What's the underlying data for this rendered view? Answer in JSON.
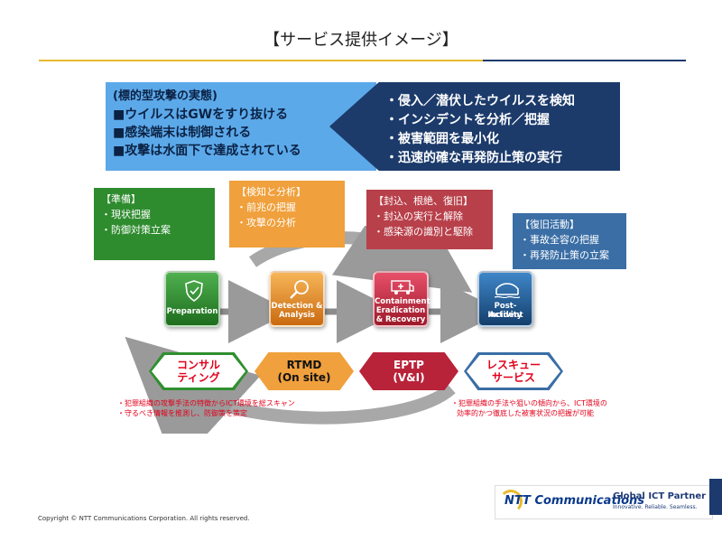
{
  "title": "【サービス提供イメージ】",
  "banner": {
    "header": "(標的型攻撃の実態)",
    "threats": [
      "■ウイルスはGWをすり抜ける",
      "■感染端末は制御される",
      "■攻撃は水面下で達成されている"
    ],
    "responses": [
      "・侵入／潜伏したウイルスを検知",
      "・インシデントを分析／把握",
      "・被害範囲を最小化",
      "・迅速的確な再発防止策の実行"
    ]
  },
  "callouts": {
    "prep": {
      "title": "【準備】",
      "items": [
        "・現状把握",
        "・防御対策立案"
      ],
      "color": "#2e8b2e"
    },
    "detect": {
      "title": "【検知と分析】",
      "items": [
        "・前兆の把握",
        "・攻撃の分析"
      ],
      "color": "#f0a03c"
    },
    "contain": {
      "title": "【封込、根絶、復旧】",
      "items": [
        "・封込の実行と解除",
        "・感染源の識別と駆除"
      ],
      "color": "#b8404a"
    },
    "recovery": {
      "title": "【復旧活動】",
      "items": [
        "・事故全容の把握",
        "・再発防止策の立案"
      ],
      "color": "#3a6ea5"
    }
  },
  "phases": [
    {
      "label_lines": [
        "Preparation"
      ],
      "color": "#2f8f2f",
      "icon": "shield-icon"
    },
    {
      "label_lines": [
        "Detection &",
        "Analysis"
      ],
      "color": "#e88a20",
      "icon": "magnifier-icon"
    },
    {
      "label_lines": [
        "Containment",
        "Eradication",
        "& Recovery"
      ],
      "color": "#c8283a",
      "icon": "ambulance-icon"
    },
    {
      "label_lines": [
        "Post-Incident",
        "Activity"
      ],
      "color": "#1f5f9a",
      "icon": "bridge-icon"
    }
  ],
  "services": [
    {
      "lines": [
        "コンサル",
        "ティング"
      ],
      "text_color": "#e3001b",
      "bg": "#2f8f2f"
    },
    {
      "lines": [
        "RTMD",
        "(On site)"
      ],
      "text_color": "#111111",
      "bg": "#f0a03c"
    },
    {
      "lines": [
        "EPTP",
        "(V&I)"
      ],
      "text_color": "#ffffff",
      "bg": "#b8233a"
    },
    {
      "lines": [
        "レスキュー",
        "サービス"
      ],
      "text_color": "#e3001b",
      "bg": "#3a6ea5"
    }
  ],
  "notes": {
    "left": [
      "・犯罪組織の攻撃手法の特徴からICT環境を総スキャン",
      "・守るべき情報を推測し、防御策を策定"
    ],
    "right": [
      "・犯罪組織の手法や狙いの傾向から、ICT環境の",
      "効率的かつ徹底した被害状況の把握が可能"
    ]
  },
  "footer": {
    "copyright": "Copyright © NTT Communications Corporation. All rights reserved.",
    "logo_ntt": "NTT Communications",
    "logo_partner": "Global ICT Partner",
    "logo_tagline": "Innovative. Reliable. Seamless."
  }
}
